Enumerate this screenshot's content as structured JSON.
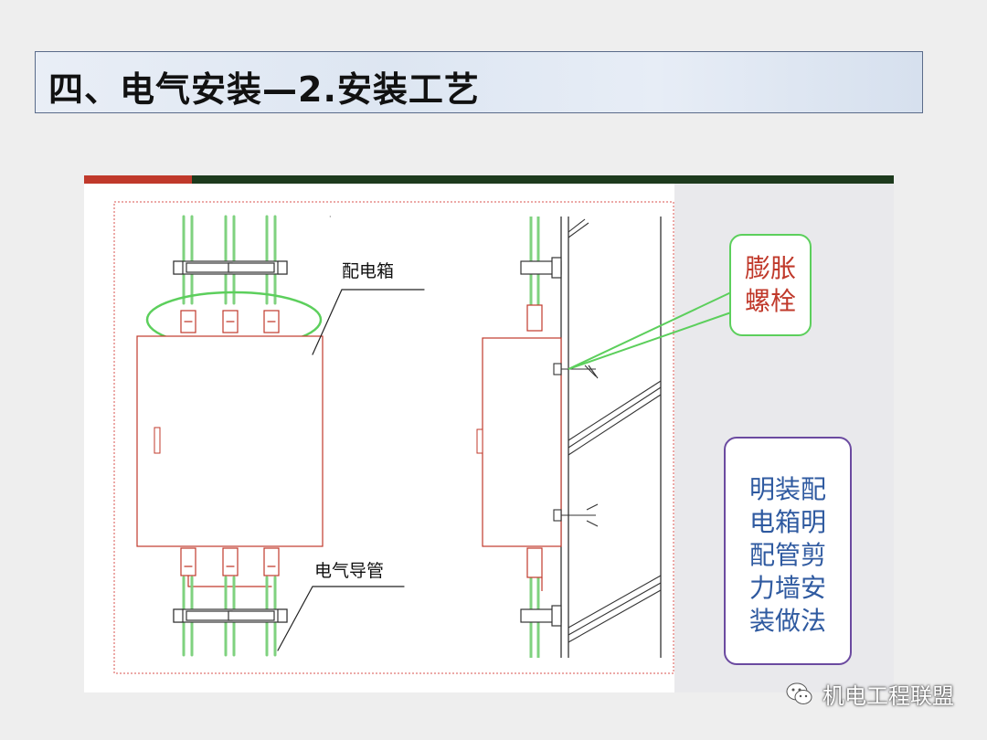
{
  "header": {
    "title": "四、电气安装—2.安装工艺"
  },
  "labels": {
    "distribution_box": "配电箱",
    "electrical_conduit": "电气导管"
  },
  "callouts": {
    "expansion_bolt": {
      "line1": "膨胀",
      "line2": "螺栓"
    },
    "method": {
      "lines": [
        "明装配",
        "电箱明",
        "配管剪",
        "力墙安",
        "装做法"
      ]
    }
  },
  "watermark": {
    "text": "机电工程联盟",
    "icon": "wechat-icon"
  },
  "colors": {
    "pipe_green": "#7fd27f",
    "outline_red": "#c0392b",
    "callout_green": "#5ccf5c",
    "callout_purple": "#6b4aa0",
    "text_red": "#c0392b",
    "text_blue": "#2f5aa0"
  }
}
